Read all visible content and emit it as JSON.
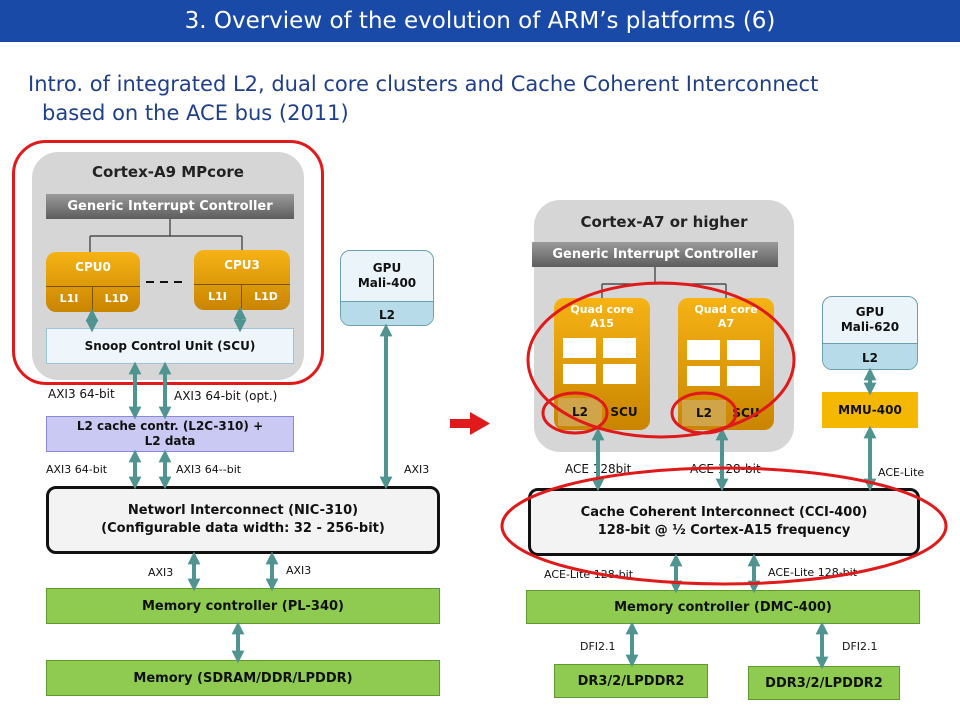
{
  "slide": {
    "title": "3. Overview of the evolution of ARM’s platforms (6)",
    "intro_line1": "Intro. of integrated L2, dual core clusters and Cache Coherent Interconnect",
    "intro_line2": "based on the ACE bus (2011)"
  },
  "left": {
    "cluster_title": "Cortex-A9  MPcore",
    "gic": "Generic Interrupt Controller",
    "cpu0": "CPU0",
    "cpu3": "CPU3",
    "l1i": "L1I",
    "l1d": "L1D",
    "scu": "Snoop Control Unit (SCU)",
    "gpu_name": "GPU",
    "gpu_model": "Mali-400",
    "gpu_l2": "L2",
    "label_axi_64": "AXI3 64-bit",
    "label_axi_64_opt": "AXI3 64-bit (opt.)",
    "l2_line1": "L2 cache contr. (L2C-310) +",
    "l2_line2": "L2 data",
    "label_axi_64_b": "AXI3 64-bit",
    "label_axi_64_c": "AXI3 64--bit",
    "label_axi3_gpu": "AXI3",
    "nic_line1": "Networl Interconnect (NIC-310)",
    "nic_line2": "(Configurable data width: 32 - 256-bit)",
    "label_axi3_a": "AXI3",
    "label_axi3_b": "AXI3",
    "memctl": "Memory controller (PL-340)",
    "memory": "Memory (SDRAM/DDR/LPDDR)"
  },
  "right": {
    "cluster_title": "Cortex-A7  or higher",
    "gic": "Generic Interrupt Controller",
    "a15_line1": "Quad core",
    "a15_line2": "A15",
    "a7_line1": "Quad core",
    "a7_line2": "A7",
    "l2": "L2",
    "scu": "SCU",
    "gpu_name": "GPU",
    "gpu_model": "Mali-620",
    "gpu_l2": "L2",
    "mmu": "MMU-400",
    "label_ace_a": "ACE   128bit",
    "label_ace_b": "ACE   128-bit",
    "label_ace_lite": "ACE-Lite",
    "cci_line1": "Cache Coherent Interconnect (CCI-400)",
    "cci_line2": "128-bit @ ½ Cortex-A15 frequency",
    "label_acelite_a": "ACE-Lite  128-bit",
    "label_acelite_b": "ACE-Lite  128-bit",
    "memctl": "Memory controller (DMC-400)",
    "label_dfi_a": "DFI2.1",
    "label_dfi_b": "DFI2.1",
    "dram_a": "DR3/2/LPDDR2",
    "dram_b": "DDR3/2/LPDDR2"
  },
  "colors": {
    "title_bar": "#1a4aa8",
    "intro_text": "#1f3f8a",
    "highlight_ring": "#e01a1a",
    "arrow_teal": "#4f9490",
    "cpu_orange": "#f5b315",
    "green_box": "#8fcb50",
    "l2_blue": "#c9c9f3"
  }
}
